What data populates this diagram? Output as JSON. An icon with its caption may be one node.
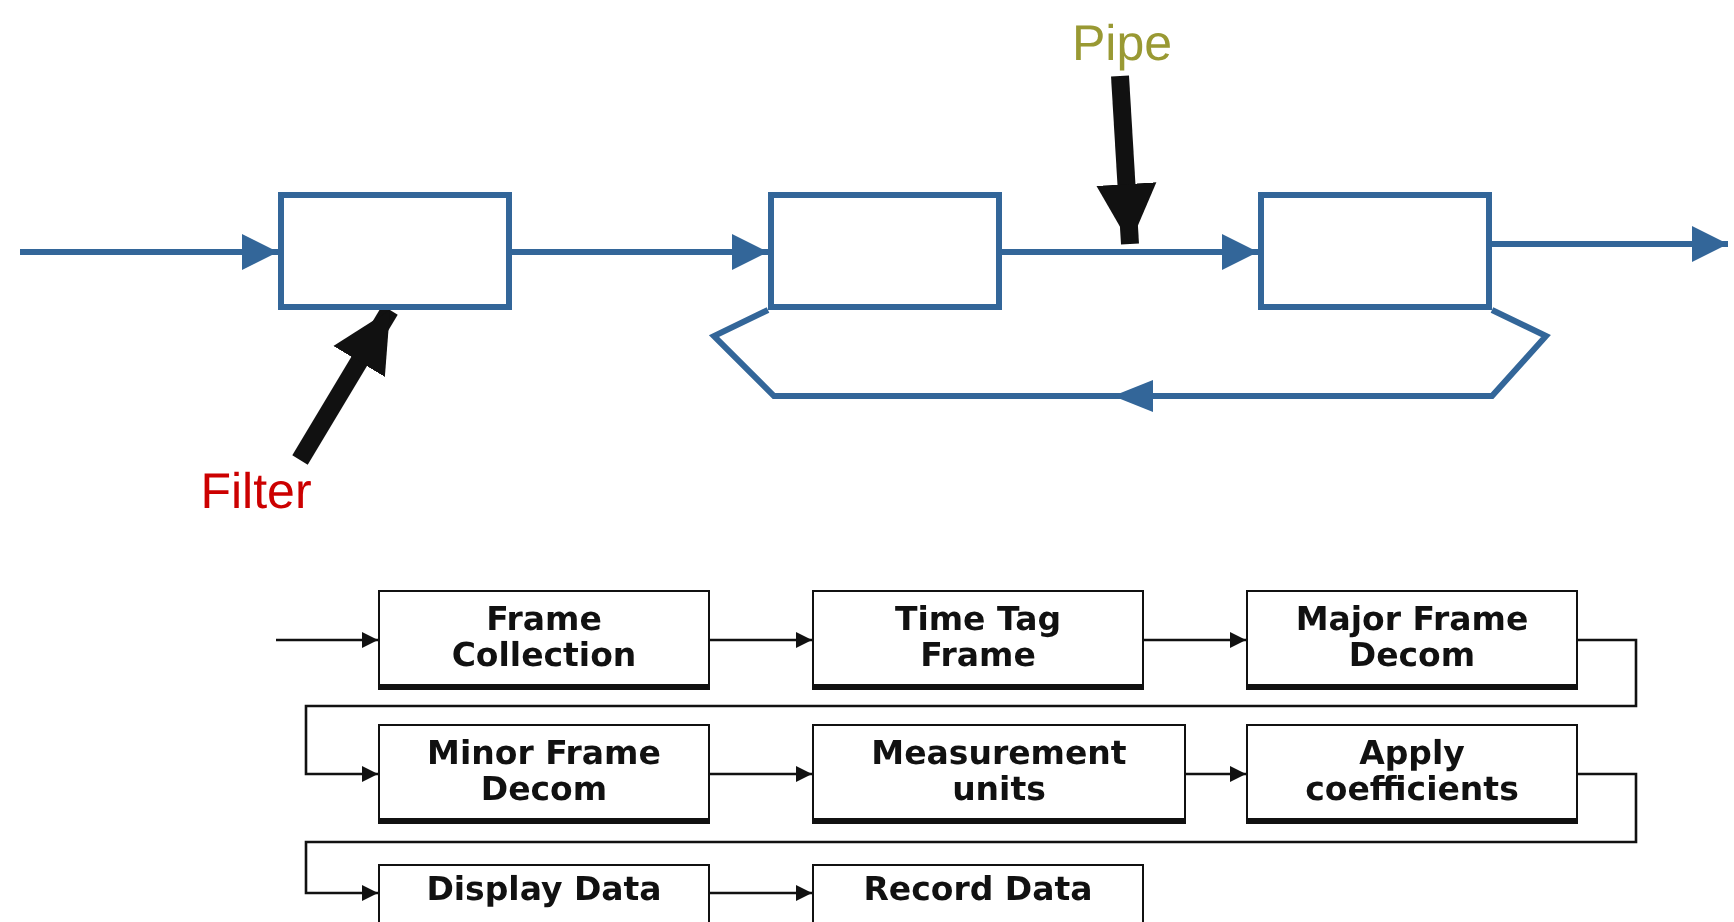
{
  "diagram": {
    "nodes": [
      {
        "text": [],
        "shape": "box"
      },
      {
        "text": [],
        "shape": "box"
      },
      {
        "text": [],
        "shape": "box"
      },
      {
        "text": [
          "Pipe"
        ]
      },
      {
        "text": [
          "Filter"
        ]
      },
      {
        "text": [
          "Frame Collection"
        ]
      },
      {
        "text": [
          "Time Tag Frame"
        ]
      },
      {
        "text": [
          "Major Frame Decom"
        ]
      },
      {
        "text": [
          "Minor Frame Decom"
        ]
      },
      {
        "text": [
          "Measurement units"
        ]
      },
      {
        "text": [
          "Apply coefficients"
        ]
      },
      {
        "text": [
          "Display Data"
        ]
      },
      {
        "text": [
          "Record Data"
        ]
      }
    ],
    "edges": [
      {
        "from": null,
        "to": 0,
        "arrow": "to",
        "style": "thick",
        "color": "#336699"
      },
      {
        "from": 0,
        "to": 1,
        "arrow": "to",
        "style": "thick",
        "color": "#336699"
      },
      {
        "from": 1,
        "to": 2,
        "arrow": "to",
        "style": "thick",
        "color": "#336699"
      },
      {
        "from": 2,
        "to": null,
        "arrow": "to",
        "style": "thick",
        "color": "#336699"
      },
      {
        "from": 2,
        "to": 1,
        "arrow": "to",
        "style": "thick",
        "color": "#336699"
      },
      {
        "from": 3,
        "to": null,
        "arrow": "to",
        "style": "thick"
      },
      {
        "from": 4,
        "to": 0,
        "arrow": "to",
        "style": "thick"
      },
      {
        "from": null,
        "to": 5,
        "arrow": "to"
      },
      {
        "from": 5,
        "to": 6,
        "arrow": "to"
      },
      {
        "from": 6,
        "to": 7,
        "arrow": "to"
      },
      {
        "from": 7,
        "to": 8,
        "arrow": "to"
      },
      {
        "from": 8,
        "to": 9,
        "arrow": "to"
      },
      {
        "from": 9,
        "to": 10,
        "arrow": "to"
      },
      {
        "from": 10,
        "to": 11,
        "arrow": "to"
      },
      {
        "from": 11,
        "to": 12,
        "arrow": "to"
      }
    ]
  }
}
